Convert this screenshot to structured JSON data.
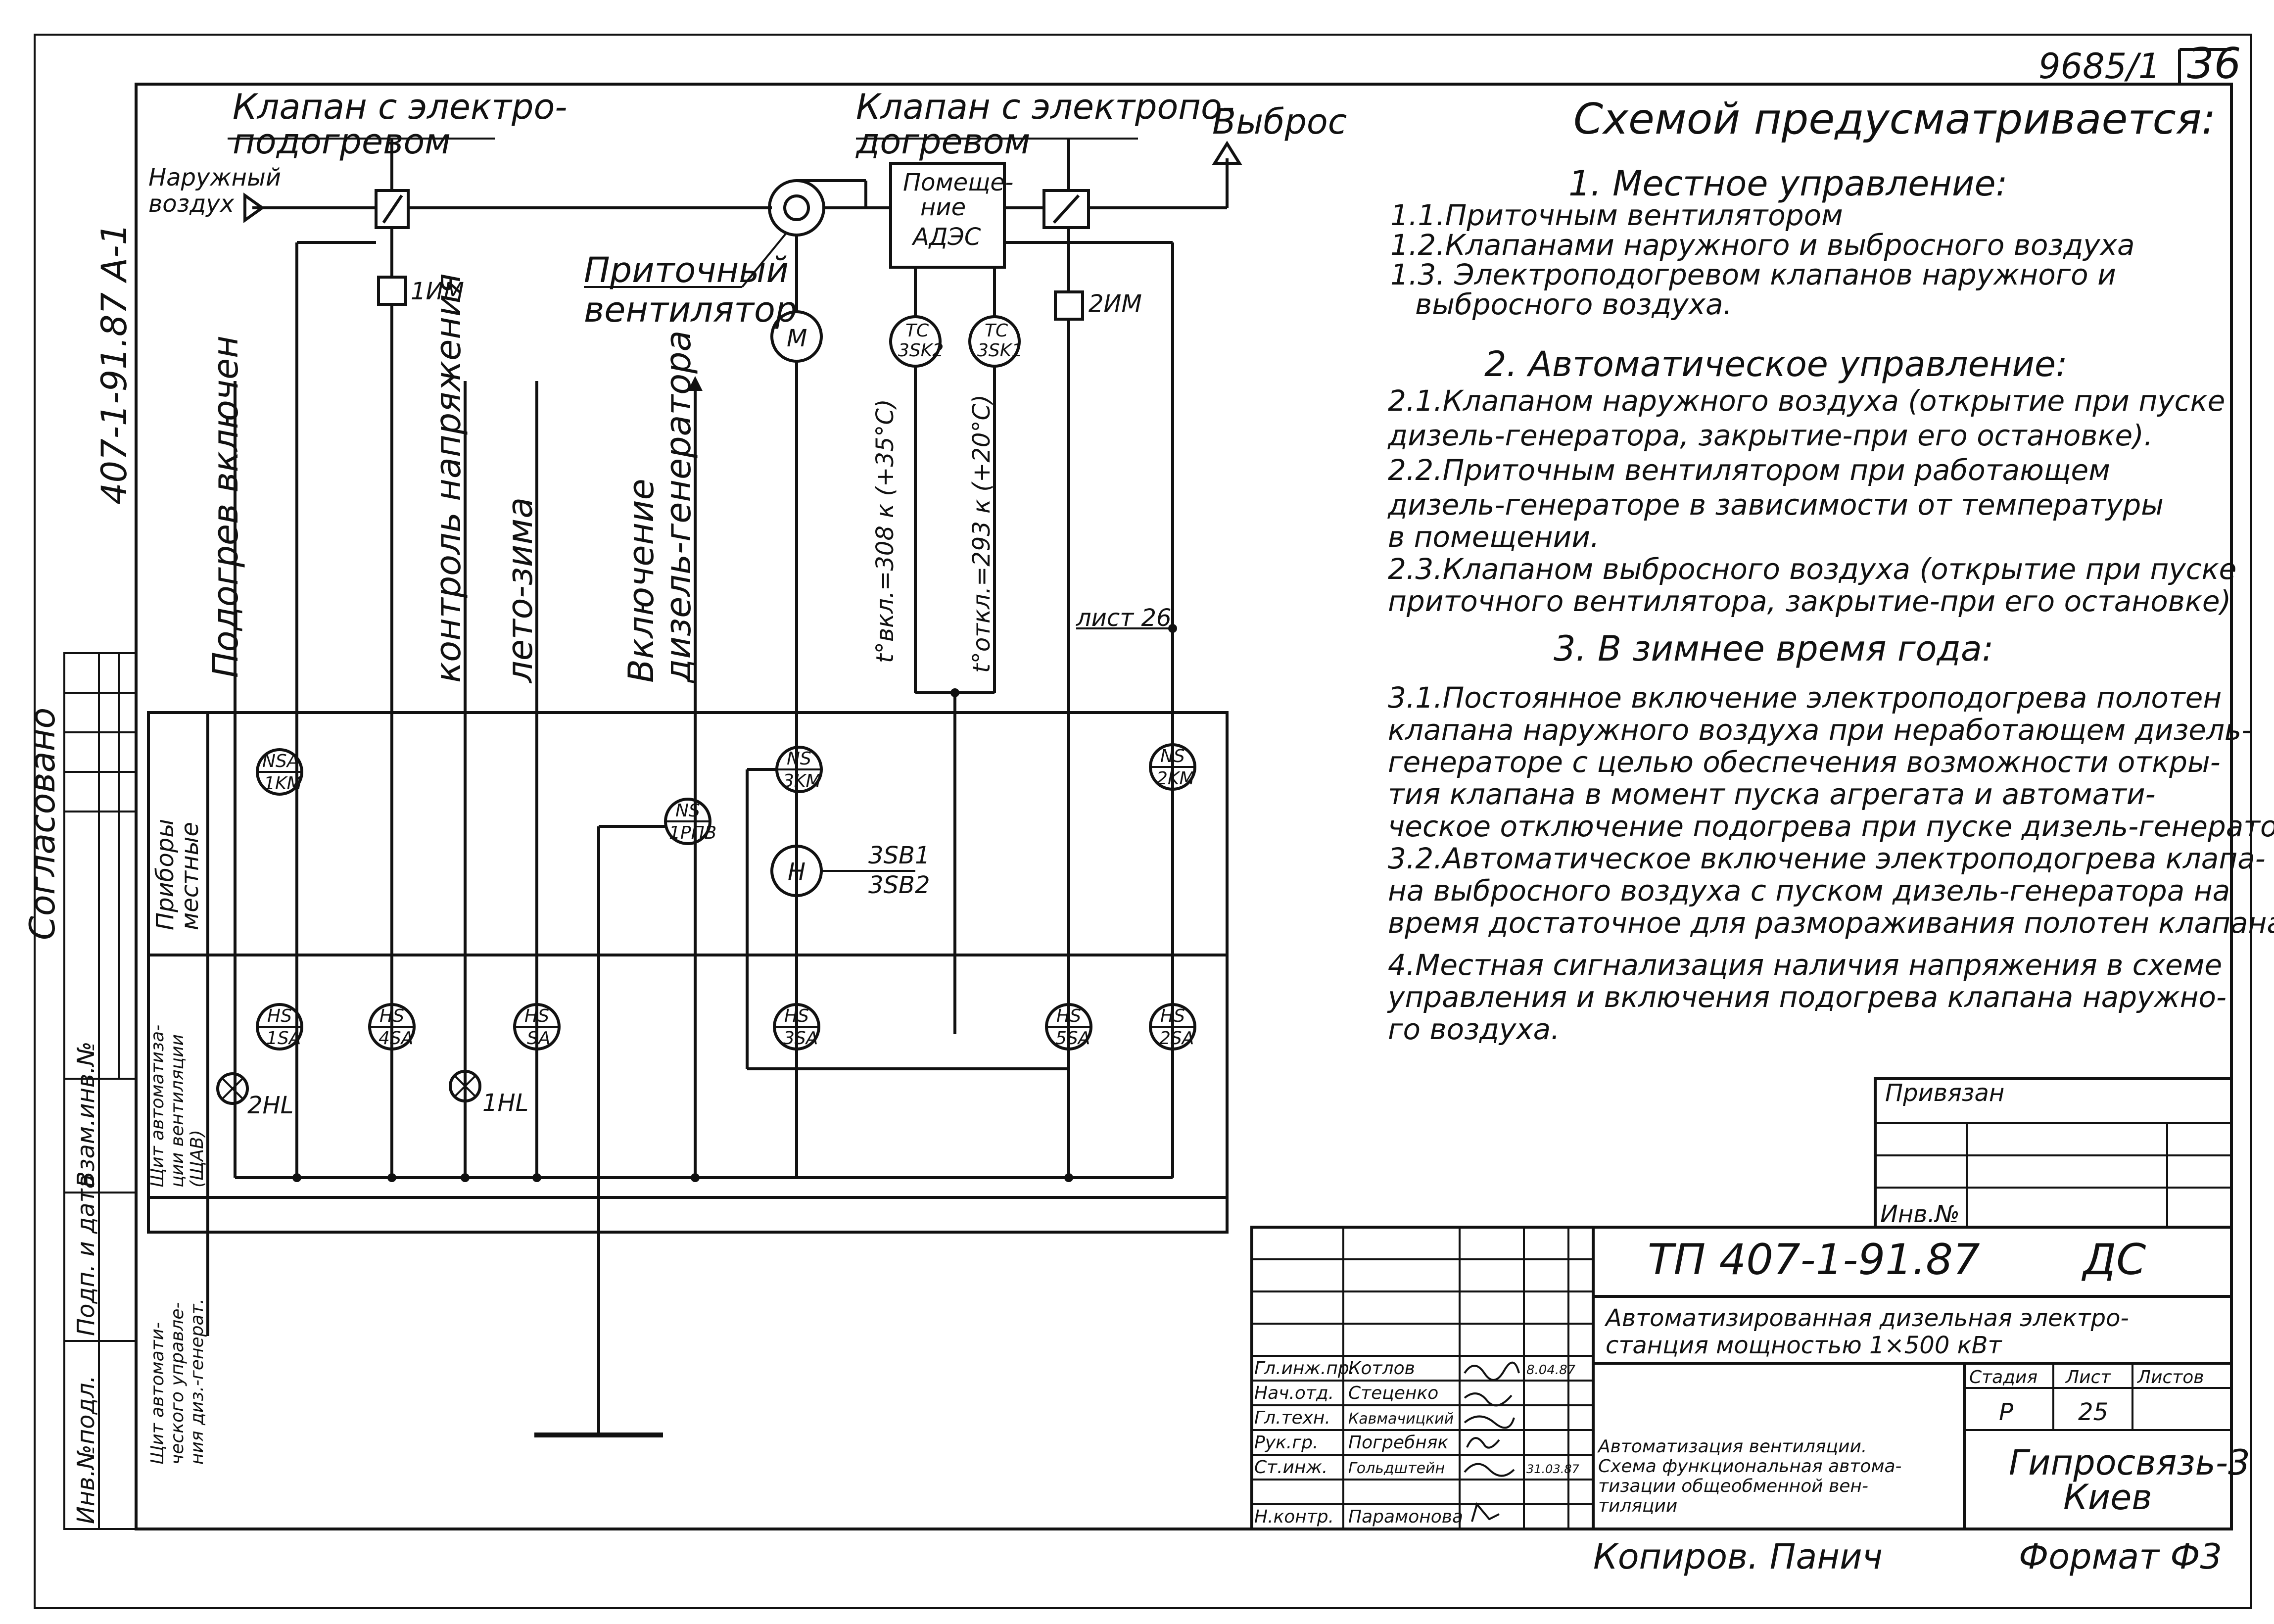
{
  "sheet": {
    "number": "36",
    "doc_code": "9685/1",
    "side_code": "407-1-91.87  А-1"
  },
  "margin": {
    "agreed": "Согласовано",
    "inv_orig": "Инв.№подл.",
    "sign_date": "Подп. и дата",
    "replace_inv": "Взам.инв.№"
  },
  "diagram": {
    "valve1": [
      "Клапан с электро-",
      "подогревом"
    ],
    "valve2": [
      "Клапан с электропо-",
      "догревом"
    ],
    "outdoor_air": [
      "Наружный",
      "воздух"
    ],
    "exhaust": "Выброс",
    "room": [
      "Помеще-",
      "ние",
      "АДЭС"
    ],
    "fan": [
      "Приточный",
      "вентилятор"
    ],
    "im1": "1ИМ",
    "im2": "2ИМ",
    "motor": "М",
    "tc1": [
      "TC",
      "3SK2"
    ],
    "tc2": [
      "TC",
      "3SK1"
    ],
    "temp1": "t°вкл.=308 к (+35°С)",
    "temp2": "t°откл.=293 к (+20°С)",
    "sig_heating_on": "Подогрев включен",
    "sig_voltage": "контроль напряжения",
    "sig_season": "лето-зима",
    "sig_diesel": [
      "Включение",
      "дизель-генератора"
    ],
    "sheet_ref": "лист 26",
    "lamp1": "2HL",
    "lamp2": "1HL",
    "h": "H",
    "sb": [
      "3SB1",
      "3SB2"
    ],
    "local_devices": [
      "Приборы",
      "местные"
    ],
    "shield_vent": [
      "Щит автоматиза-",
      "ции вентиляции",
      "(ЩАВ)"
    ],
    "shield_diesel": [
      "Щит автомати-",
      "ческого управле-",
      "ния диз.-генерат."
    ],
    "ns_devices": [
      [
        "NSA",
        "1KM"
      ],
      [
        "NS",
        "1РПВ"
      ],
      [
        "NS",
        "3KM"
      ],
      [
        "NS",
        "2KM"
      ]
    ],
    "hs_devices": [
      [
        "HS",
        "1SA"
      ],
      [
        "HS",
        "4SA"
      ],
      [
        "HS",
        "SA"
      ],
      [
        "HS",
        "3SA"
      ],
      [
        "HS",
        "5SA"
      ],
      [
        "HS",
        "2SA"
      ]
    ]
  },
  "notes": {
    "title": "Схемой предусматривается:",
    "s1_head": "1. Местное управление:",
    "s1": [
      "1.1.Приточным вентилятором",
      "1.2.Клапанами наружного и выбросного воздуха",
      "1.3. Электроподогревом клапанов наружного и",
      "выбросного воздуха."
    ],
    "s2_head": "2. Автоматическое управление:",
    "s2": [
      "2.1.Клапаном наружного воздуха (открытие при пуске",
      "дизель-генератора, закрытие-при его остановке).",
      "2.2.Приточным вентилятором при работающем",
      "дизель-генераторе в зависимости от температуры",
      "в помещении.",
      "2.3.Клапаном выбросного воздуха (открытие при пуске",
      "приточного вентилятора, закрытие-при его остановке)"
    ],
    "s3_head": "3. В зимнее время года:",
    "s3": [
      "3.1.Постоянное включение электроподогрева полотен",
      "клапана наружного воздуха при неработающем дизель-",
      "генераторе с целью обеспечения возможности откры-",
      "тия клапана в момент пуска агрегата и автомати-",
      "ческое отключение подогрева при пуске дизель-генератора.",
      "3.2.Автоматическое включение электроподогрева клапа-",
      "на выбросного воздуха с пуском дизель-генератора на",
      "время достаточное для размораживания полотен клапана."
    ],
    "s4": [
      "4.Местная сигнализация наличия напряжения в схеме",
      "управления и включения подогрева клапана наружно-",
      "го воздуха."
    ]
  },
  "stamp": {
    "attached": "Привязан",
    "inv_no": "Инв.№"
  },
  "titleblock": {
    "project": "ТП 407-1-91.87",
    "mark": "ДС",
    "object": [
      "Автоматизированная дизельная электро-",
      "станция мощностью 1×500 кВт"
    ],
    "sheet_title": [
      "Автоматизация вентиляции.",
      "Схема функциональная автома-",
      "тизации общеобменной вен-",
      "тиляции"
    ],
    "stage_h": "Стадия",
    "sheet_h": "Лист",
    "sheets_h": "Листов",
    "stage": "Р",
    "sheet_no": "25",
    "org": [
      "Гипросвязь-3",
      "Киев"
    ],
    "roles": [
      {
        "role": "Гл.инж.пр.",
        "name": "Котлов",
        "date": "8.04.87"
      },
      {
        "role": "Нач.отд.",
        "name": "Стеценко",
        "date": ""
      },
      {
        "role": "Гл.техн.",
        "name": "Кавмачицкий",
        "date": ""
      },
      {
        "role": "Рук.гр.",
        "name": "Погребняк",
        "date": ""
      },
      {
        "role": "Ст.инж.",
        "name": "Гольдштейн",
        "date": "31.03.87"
      },
      {
        "role": "",
        "name": "",
        "date": ""
      },
      {
        "role": "Н.контр.",
        "name": "Парамонова",
        "date": ""
      }
    ]
  },
  "footer": {
    "copied": "Копиров. Панич",
    "format": "Формат Ф3"
  }
}
